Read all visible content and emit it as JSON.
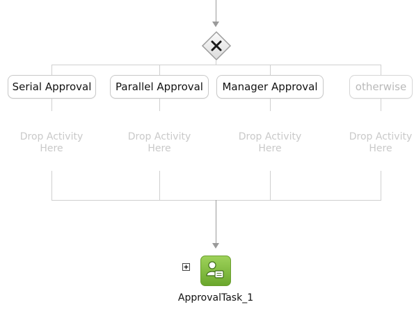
{
  "branches": [
    {
      "label": "Serial Approval",
      "muted": false,
      "drop_text": "Drop Activity Here"
    },
    {
      "label": "Parallel Approval",
      "muted": false,
      "drop_text": "Drop Activity Here"
    },
    {
      "label": "Manager Approval",
      "muted": false,
      "drop_text": "Drop Activity Here"
    },
    {
      "label": "otherwise",
      "muted": true,
      "drop_text": "Drop Activity Here"
    }
  ],
  "gateway": {
    "icon": "exclusive-gateway-x-icon"
  },
  "task": {
    "label": "ApprovalTask_1",
    "icon": "human-task-icon",
    "color": "#7fbf3f"
  },
  "expand": {
    "icon": "plus-expand-icon"
  },
  "colors": {
    "connector": "#cfcfcf",
    "arrow": "#9a9a9a",
    "drop_text": "#c9c9c9",
    "task_border": "#6a9e2e"
  }
}
